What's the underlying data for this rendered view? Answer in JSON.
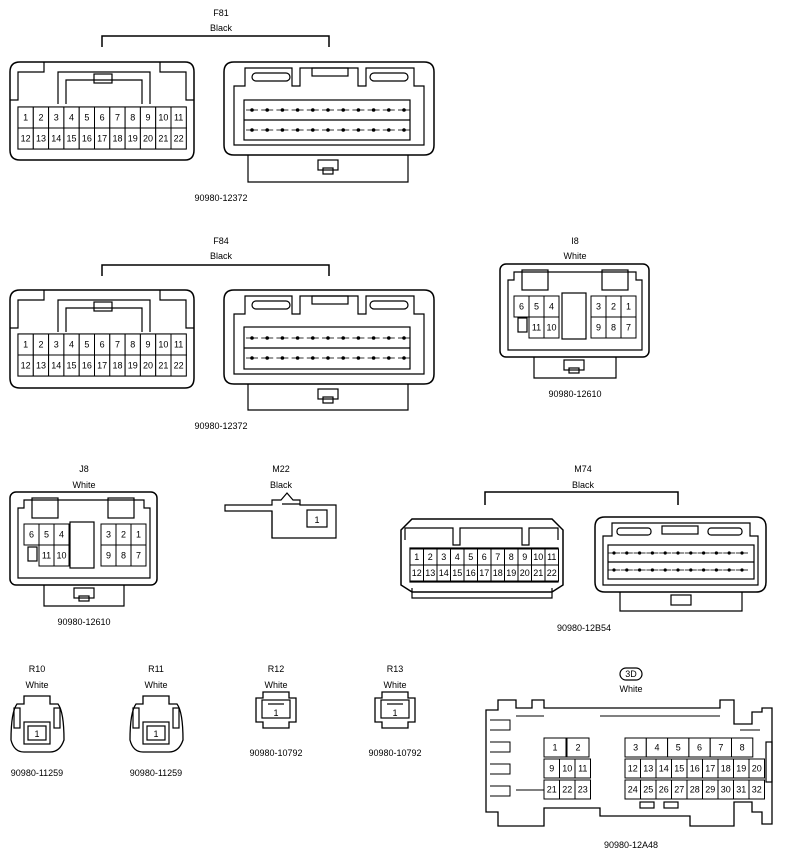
{
  "connectors": {
    "F81": {
      "name": "F81",
      "color": "Black",
      "part": "90980-12372",
      "female_pins": [
        "1",
        "2",
        "3",
        "4",
        "5",
        "6",
        "7",
        "8",
        "9",
        "10",
        "11",
        "12",
        "13",
        "14",
        "15",
        "16",
        "17",
        "18",
        "19",
        "20",
        "21",
        "22"
      ]
    },
    "F84": {
      "name": "F84",
      "color": "Black",
      "part": "90980-12372",
      "female_pins": [
        "1",
        "2",
        "3",
        "4",
        "5",
        "6",
        "7",
        "8",
        "9",
        "10",
        "11",
        "12",
        "13",
        "14",
        "15",
        "16",
        "17",
        "18",
        "19",
        "20",
        "21",
        "22"
      ]
    },
    "I8": {
      "name": "I8",
      "color": "White",
      "part": "90980-12610",
      "pins": [
        "6",
        "5",
        "4",
        "3",
        "2",
        "1",
        "11",
        "10",
        "9",
        "8",
        "7"
      ]
    },
    "J8": {
      "name": "J8",
      "color": "White",
      "part": "90980-12610",
      "pins": [
        "6",
        "5",
        "4",
        "3",
        "2",
        "1",
        "11",
        "10",
        "9",
        "8",
        "7"
      ]
    },
    "M22": {
      "name": "M22",
      "color": "Black",
      "pins": [
        "1"
      ]
    },
    "M74": {
      "name": "M74",
      "color": "Black",
      "part": "90980-12B54",
      "female_pins": [
        "1",
        "2",
        "3",
        "4",
        "5",
        "6",
        "7",
        "8",
        "9",
        "10",
        "11",
        "12",
        "13",
        "14",
        "15",
        "16",
        "17",
        "18",
        "19",
        "20",
        "21",
        "22"
      ]
    },
    "R10": {
      "name": "R10",
      "color": "White",
      "part": "90980-11259",
      "pin": "1"
    },
    "R11": {
      "name": "R11",
      "color": "White",
      "part": "90980-11259",
      "pin": "1"
    },
    "R12": {
      "name": "R12",
      "color": "White",
      "part": "90980-10792",
      "pin": "1"
    },
    "R13": {
      "name": "R13",
      "color": "White",
      "part": "90980-10792",
      "pin": "1"
    },
    "3D": {
      "name": "3D",
      "color": "White",
      "part": "90980-12A48",
      "pins_left": [
        "1",
        "2",
        "9",
        "10",
        "11",
        "21",
        "22",
        "23"
      ],
      "pins_right": [
        "3",
        "4",
        "5",
        "6",
        "7",
        "8",
        "12",
        "13",
        "14",
        "15",
        "16",
        "17",
        "18",
        "19",
        "20",
        "24",
        "25",
        "26",
        "27",
        "28",
        "29",
        "30",
        "31",
        "32"
      ]
    }
  }
}
